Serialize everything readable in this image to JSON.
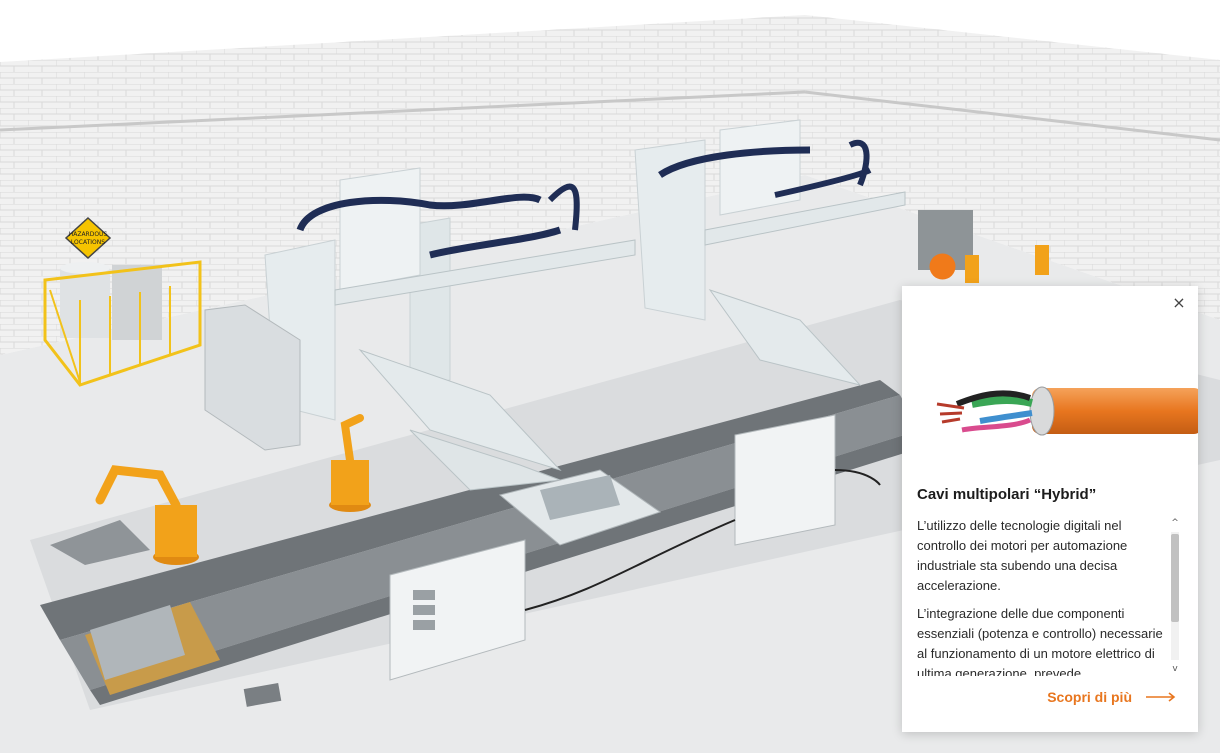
{
  "colors": {
    "accent": "#e8761f",
    "robot_orange": "#f2a21a",
    "floor": "#e9eaeb",
    "machine": "#e8eef0",
    "wall": "#eeeeee",
    "cable": "#e8761f"
  },
  "scene": {
    "sign_line1": "HAZARDOUS",
    "sign_line2": "LOCATIONS"
  },
  "hotspot": {
    "icon": "orange-dot-hotspot"
  },
  "popup": {
    "close_icon": "×",
    "title": "Cavi multipolari “Hybrid”",
    "paragraphs": [
      "L’utilizzo delle tecnologie digitali nel controllo dei motori per automazione industriale sta subendo una decisa accelerazione.",
      "L’integrazione delle due componenti essenziali (potenza e controllo) necessarie al funzionamento di un motore elettrico di ultima generazione, prevede"
    ],
    "link_label": "Scopri di più",
    "link_icon": "arrow-right-icon",
    "scroll_up_icon": "^",
    "scroll_down_icon": "v"
  }
}
